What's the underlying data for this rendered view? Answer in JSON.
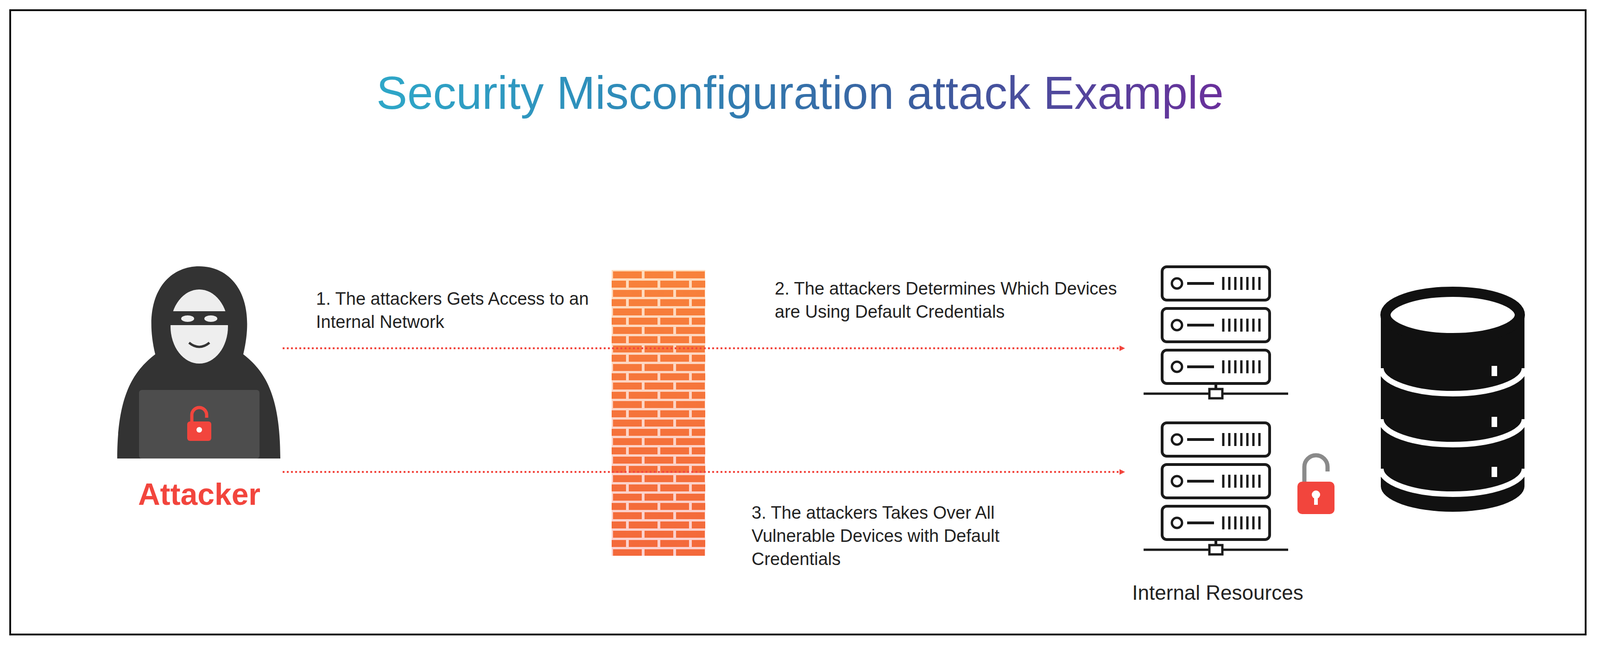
{
  "diagram": {
    "title": "Security Misconfiguration attack Example",
    "nodes": [
      {
        "text": [
          "Attacker"
        ]
      },
      {
        "text": [
          "Internal Resources"
        ]
      }
    ],
    "edges": [
      {
        "from": 0,
        "to": 1,
        "arrow": "to",
        "label": "1. The attackers Gets Access to an Internal Network"
      },
      {
        "from": 0,
        "to": 1,
        "arrow": "to",
        "label": "3. The attackers Takes Over All Vulnerable Devices with Default Credentials"
      }
    ],
    "labels": [
      "2. The attackers Determines Which Devices are Using Default Credentials"
    ]
  }
}
